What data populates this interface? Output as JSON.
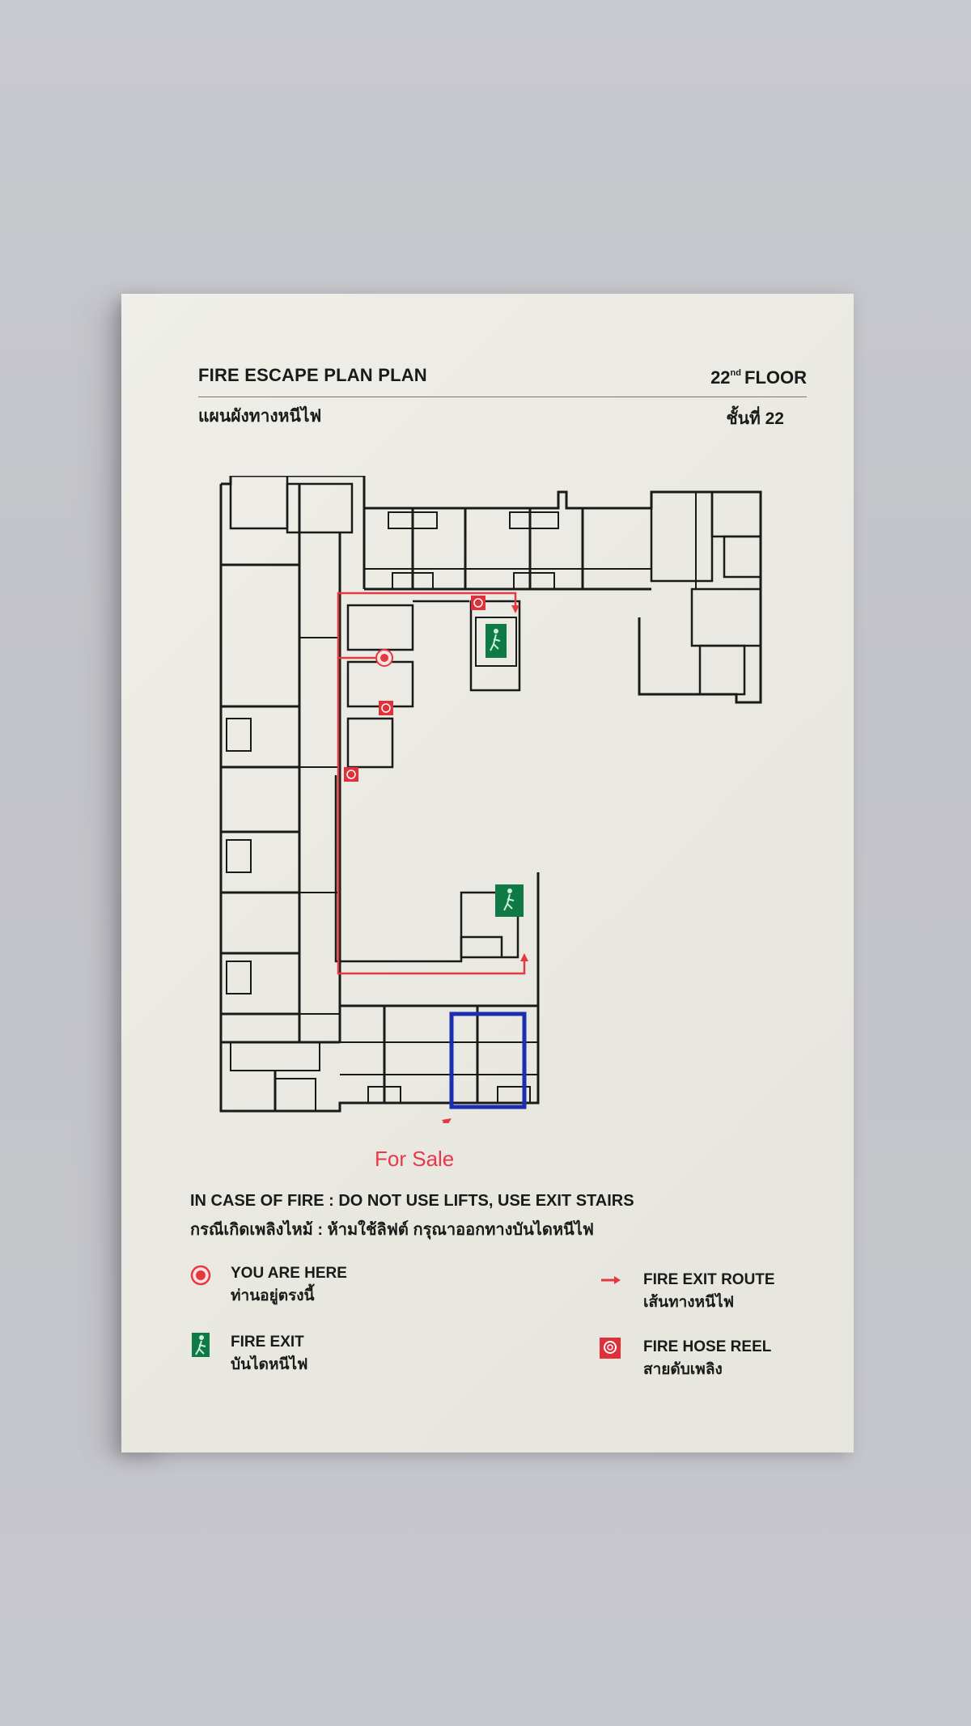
{
  "sign": {
    "title_en": "FIRE ESCAPE PLAN PLAN",
    "title_th": "แผนผังทางหนีไฟ",
    "floor_en_number": "22",
    "floor_en_suffix": "nd",
    "floor_en_word": "FLOOR",
    "floor_th": "ชั้นที่ 22"
  },
  "plan": {
    "you_are_here_marker": "you-are-here",
    "fire_exits": 2,
    "fire_hose_reels": 3,
    "highlighted_unit_color": "#1a2fb0",
    "route_color": "#e23a3f"
  },
  "annotation": {
    "label": "For Sale",
    "color": "#e8394a"
  },
  "warning": {
    "en": "IN CASE OF FIRE : DO NOT USE LIFTS, USE EXIT STAIRS",
    "th": "กรณีเกิดเพลิงไหม้ : ห้ามใช้ลิฟต์ กรุณาออกทางบันไดหนีไฟ"
  },
  "legend": [
    {
      "icon": "you-are-here-icon",
      "en": "YOU ARE HERE",
      "th": "ท่านอยู่ตรงนี้"
    },
    {
      "icon": "fire-exit-route-icon",
      "en": "FIRE EXIT ROUTE",
      "th": "เส้นทางหนีไฟ"
    },
    {
      "icon": "fire-exit-icon",
      "en": "FIRE EXIT",
      "th": "บันไดหนีไฟ"
    },
    {
      "icon": "fire-hose-reel-icon",
      "en": "FIRE HOSE REEL",
      "th": "สายดับเพลิง"
    }
  ],
  "colors": {
    "wall": "#c5c6cb",
    "card": "#ecebe4",
    "exit_green": "#0f7a45",
    "hose_red": "#e0303a"
  }
}
